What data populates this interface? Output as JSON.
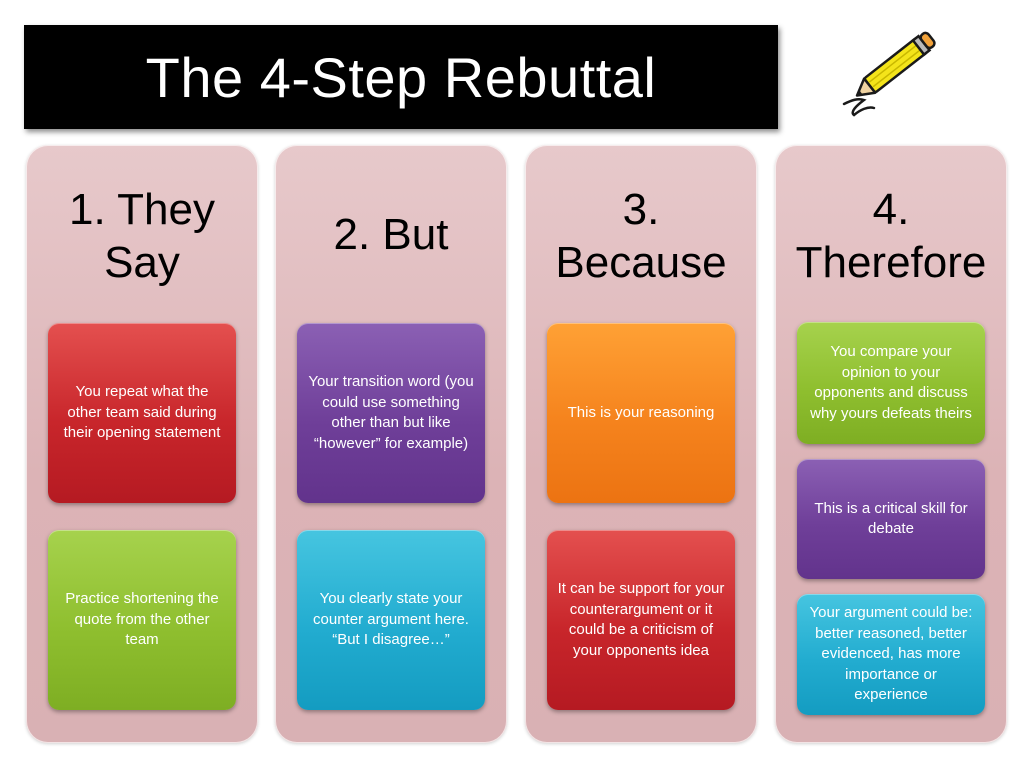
{
  "title": "The 4-Step Rebuttal",
  "colors": {
    "title_background": "#000000",
    "column_background": "#dcb3b6",
    "red": "#c8262b",
    "green": "#8fbf2f",
    "purple": "#6f3f99",
    "cyan": "#22acd0",
    "orange": "#f5831d"
  },
  "decoration": {
    "icon": "pencil-icon"
  },
  "steps": [
    {
      "heading_lines": [
        "1. They",
        "Say"
      ],
      "boxes": [
        {
          "text": "You repeat what the other team said during their opening statement",
          "color": "red"
        },
        {
          "text": "Practice shortening the quote from the other team",
          "color": "green"
        }
      ]
    },
    {
      "heading_lines": [
        "2. But"
      ],
      "boxes": [
        {
          "text": "Your transition word (you could use something other than but like “however” for example)",
          "color": "purple"
        },
        {
          "text": "You clearly state your counter argument here. “But I disagree…”",
          "color": "cyan"
        }
      ]
    },
    {
      "heading_lines": [
        "3.",
        "Because"
      ],
      "boxes": [
        {
          "text": "This is your reasoning",
          "color": "orange"
        },
        {
          "text": "It can be support for your counterargument or it could be a criticism of your opponents idea",
          "color": "red"
        }
      ]
    },
    {
      "heading_lines": [
        "4.",
        "Therefore"
      ],
      "boxes": [
        {
          "text": "You compare your opinion to your opponents and discuss why yours defeats theirs",
          "color": "green"
        },
        {
          "text": "This is a critical skill for debate",
          "color": "purple"
        },
        {
          "text": "Your argument could be: better reasoned, better evidenced, has more importance or experience",
          "color": "cyan"
        }
      ]
    }
  ]
}
